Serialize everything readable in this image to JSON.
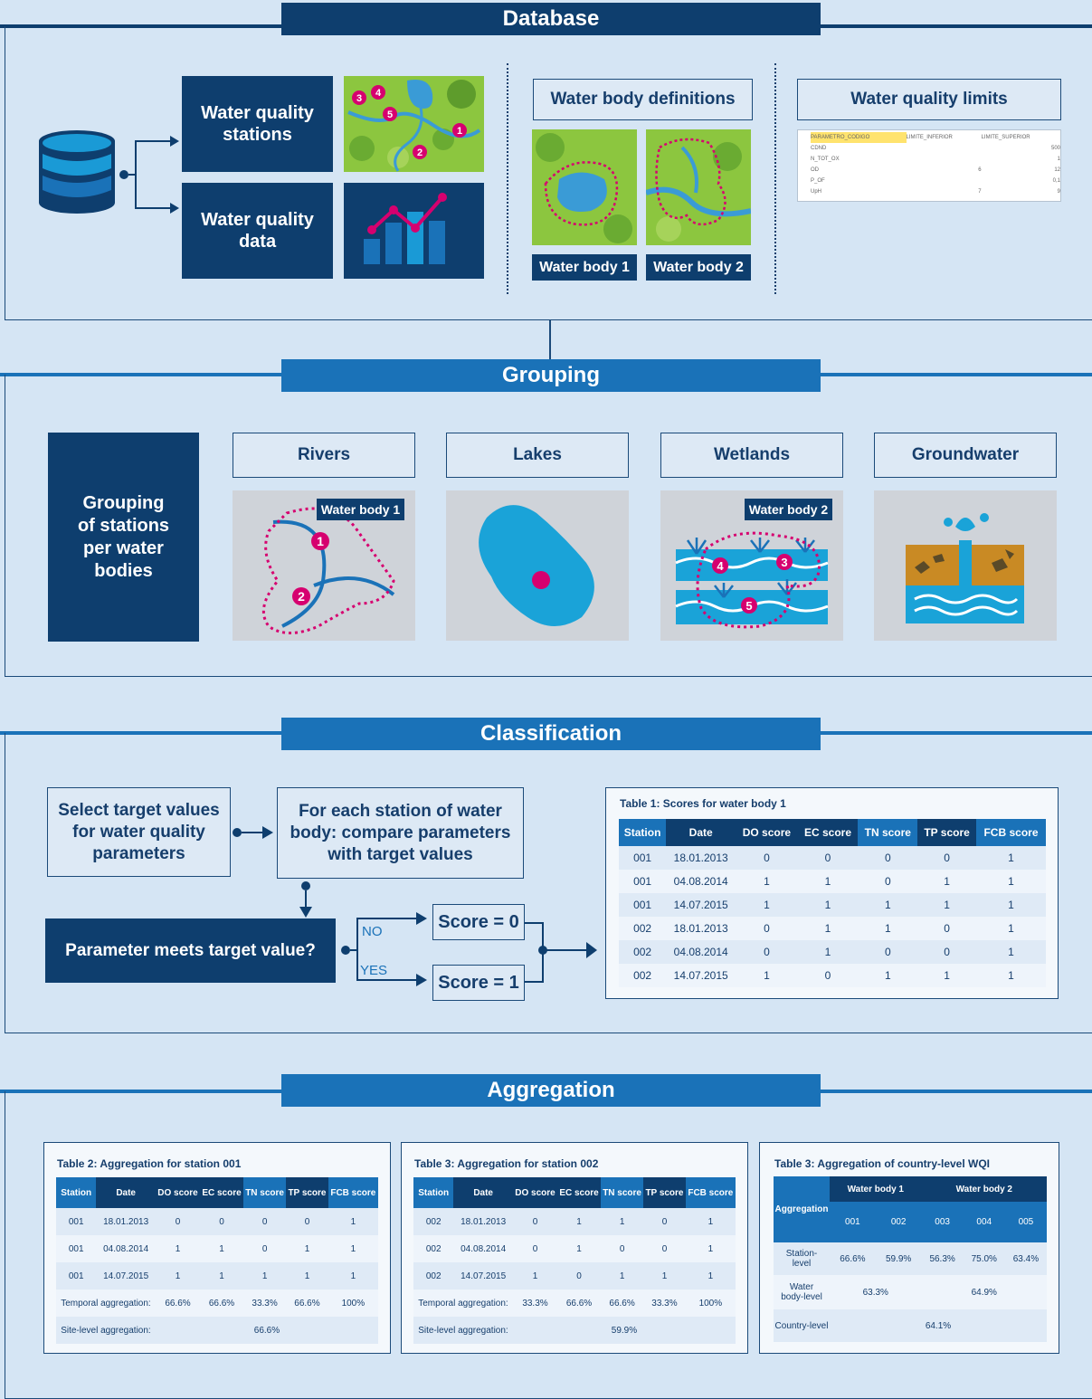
{
  "sections": {
    "database": "Database",
    "grouping": "Grouping",
    "classification": "Classification",
    "aggregation": "Aggregation"
  },
  "database": {
    "stations_label": "Water quality stations",
    "data_label": "Water quality data",
    "definitions_label": "Water body definitions",
    "limits_label": "Water quality limits",
    "wb1": "Water body 1",
    "wb2": "Water body 2",
    "map_markers": [
      "3",
      "4",
      "5",
      "1",
      "2"
    ],
    "limits_table": {
      "headers": [
        "PARAMETRO_CODIGO",
        "LIMITE_INFERIOR",
        "LIMITE_SUPERIOR"
      ],
      "rows": [
        [
          "CDND",
          "",
          "500"
        ],
        [
          "N_TOT_OX",
          "",
          "1"
        ],
        [
          "OD",
          "6",
          "12"
        ],
        [
          "P_OF",
          "",
          "0,1"
        ],
        [
          "UpH",
          "7",
          "9"
        ]
      ]
    }
  },
  "grouping": {
    "main_label": "Grouping of stations per water bodies",
    "categories": [
      "Rivers",
      "Lakes",
      "Wetlands",
      "Groundwater"
    ],
    "wb1": "Water body 1",
    "wb2": "Water body 2",
    "river_markers": [
      "1",
      "2"
    ],
    "wetland_markers": [
      "4",
      "3",
      "5"
    ]
  },
  "classification": {
    "select_targets": "Select target values for water quality parameters",
    "for_each": "For each station of water body: compare parameters with target values",
    "question": "Parameter meets target value?",
    "no": "NO",
    "yes": "YES",
    "score0": "Score = 0",
    "score1": "Score = 1",
    "table1": {
      "title": "Table 1: Scores for water body 1",
      "headers": [
        "Station",
        "Date",
        "DO score",
        "EC score",
        "TN score",
        "TP score",
        "FCB score"
      ],
      "rows": [
        [
          "001",
          "18.01.2013",
          "0",
          "0",
          "0",
          "0",
          "1"
        ],
        [
          "001",
          "04.08.2014",
          "1",
          "1",
          "0",
          "1",
          "1"
        ],
        [
          "001",
          "14.07.2015",
          "1",
          "1",
          "1",
          "1",
          "1"
        ],
        [
          "002",
          "18.01.2013",
          "0",
          "1",
          "1",
          "0",
          "1"
        ],
        [
          "002",
          "04.08.2014",
          "0",
          "1",
          "0",
          "0",
          "1"
        ],
        [
          "002",
          "14.07.2015",
          "1",
          "0",
          "1",
          "1",
          "1"
        ]
      ]
    }
  },
  "aggregation": {
    "table2": {
      "title": "Table 2: Aggregation for station 001",
      "headers": [
        "Station",
        "Date",
        "DO score",
        "EC score",
        "TN score",
        "TP score",
        "FCB score"
      ],
      "rows": [
        [
          "001",
          "18.01.2013",
          "0",
          "0",
          "0",
          "0",
          "1"
        ],
        [
          "001",
          "04.08.2014",
          "1",
          "1",
          "0",
          "1",
          "1"
        ],
        [
          "001",
          "14.07.2015",
          "1",
          "1",
          "1",
          "1",
          "1"
        ]
      ],
      "temporal_label": "Temporal aggregation:",
      "temporal": [
        "66.6%",
        "66.6%",
        "33.3%",
        "66.6%",
        "100%"
      ],
      "site_label": "Site-level aggregation:",
      "site": "66.6%"
    },
    "table3a": {
      "title": "Table 3: Aggregation for station 002",
      "headers": [
        "Station",
        "Date",
        "DO score",
        "EC score",
        "TN score",
        "TP score",
        "FCB score"
      ],
      "rows": [
        [
          "002",
          "18.01.2013",
          "0",
          "1",
          "1",
          "0",
          "1"
        ],
        [
          "002",
          "04.08.2014",
          "0",
          "1",
          "0",
          "0",
          "1"
        ],
        [
          "002",
          "14.07.2015",
          "1",
          "0",
          "1",
          "1",
          "1"
        ]
      ],
      "temporal_label": "Temporal aggregation:",
      "temporal": [
        "33.3%",
        "66.6%",
        "66.6%",
        "33.3%",
        "100%"
      ],
      "site_label": "Site-level aggregation:",
      "site": "59.9%"
    },
    "table3b": {
      "title": "Table 3: Aggregation of country-level WQI",
      "aggregation_label": "Aggregation",
      "wb1": "Water body 1",
      "wb2": "Water body 2",
      "stations": [
        "001",
        "002",
        "003",
        "004",
        "005"
      ],
      "station_label": "Station-level",
      "station_values": [
        "66.6%",
        "59.9%",
        "56.3%",
        "75.0%",
        "63.4%"
      ],
      "wb_label": "Water body-level",
      "wb_values": [
        "63.3%",
        "64.9%"
      ],
      "country_label": "Country-level",
      "country_value": "64.1%"
    }
  }
}
